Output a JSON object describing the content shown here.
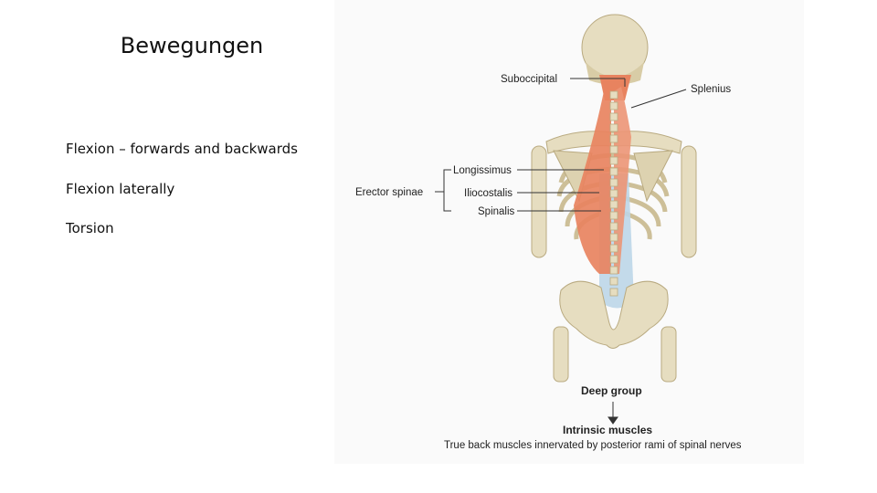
{
  "slide": {
    "title": "Bewegungen",
    "bullets": [
      "Flexion – forwards and backwards",
      "Flexion laterally",
      "Torsion"
    ]
  },
  "figure": {
    "labels": {
      "suboccipital": "Suboccipital",
      "splenius": "Splenius",
      "longissimus": "Longissimus",
      "erector_spinae": "Erector spinae",
      "iliocostalis": "Iliocostalis",
      "spinalis": "Spinalis",
      "deep_group": "Deep group",
      "intrinsic_muscles": "Intrinsic muscles",
      "caption": "True back muscles innervated by posterior rami of spinal nerves"
    },
    "colors": {
      "bone": "#e6ddc0",
      "bone_shade": "#cdbf98",
      "muscle": "#e8835f",
      "fascia": "#bcd6e8"
    }
  }
}
